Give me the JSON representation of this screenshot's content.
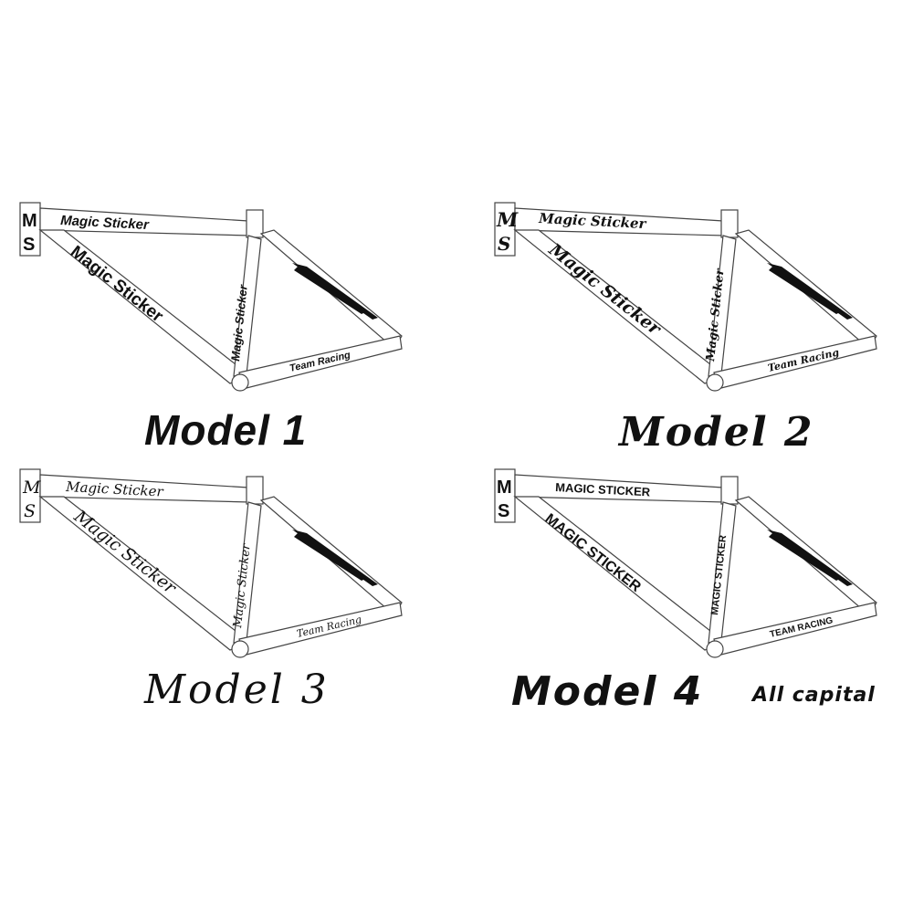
{
  "models": [
    {
      "caption": "Model 1",
      "note": "",
      "ms_top": "M",
      "ms_bottom": "S",
      "top_tube": "Magic Sticker",
      "down_tube": "Magic Sticker",
      "seat_tube": "Magic Sticker",
      "chain_stay": "Team Racing"
    },
    {
      "caption": "Model 2",
      "note": "",
      "ms_top": "M",
      "ms_bottom": "S",
      "top_tube": "Magic Sticker",
      "down_tube": "Magic Sticker",
      "seat_tube": "Magic Sticker",
      "chain_stay": "Team Racing"
    },
    {
      "caption": "Model 3",
      "note": "",
      "ms_top": "M",
      "ms_bottom": "S",
      "top_tube": "Magic Sticker",
      "down_tube": "Magic Sticker",
      "seat_tube": "Magic Sticker",
      "chain_stay": "Team Racing"
    },
    {
      "caption": "Model 4",
      "note": "All capital",
      "ms_top": "M",
      "ms_bottom": "S",
      "top_tube": "MAGIC STICKER",
      "down_tube": "MAGIC STICKER",
      "seat_tube": "MAGIC STICKER",
      "chain_stay": "TEAM RACING"
    }
  ],
  "colors": {
    "ink": "#111111",
    "outline": "#444444",
    "background": "#ffffff"
  }
}
